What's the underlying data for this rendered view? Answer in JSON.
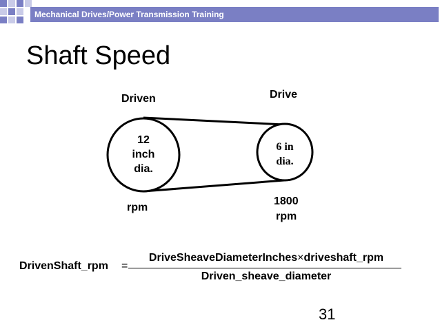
{
  "header": {
    "title": "Mechanical Drives/Power Transmission Training",
    "bar_color": "#7a7fc4"
  },
  "slide": {
    "title": "Shaft Speed",
    "number": "31"
  },
  "diagram": {
    "driven_label": "Driven",
    "drive_label": "Drive",
    "driven_pulley": [
      "12",
      "inch",
      "dia."
    ],
    "drive_pulley": [
      "6 in",
      "dia."
    ],
    "driven_rpm": "rpm",
    "drive_rpm_value": "1800",
    "drive_rpm_unit": "rpm"
  },
  "equation": {
    "lhs": "DrivenShaft_rpm",
    "equals": "=",
    "numerator_left": "DriveSheaveDiameterInches",
    "times": "×",
    "numerator_right": "driveshaft_rpm",
    "denominator": "Driven_sheave_diameter"
  }
}
